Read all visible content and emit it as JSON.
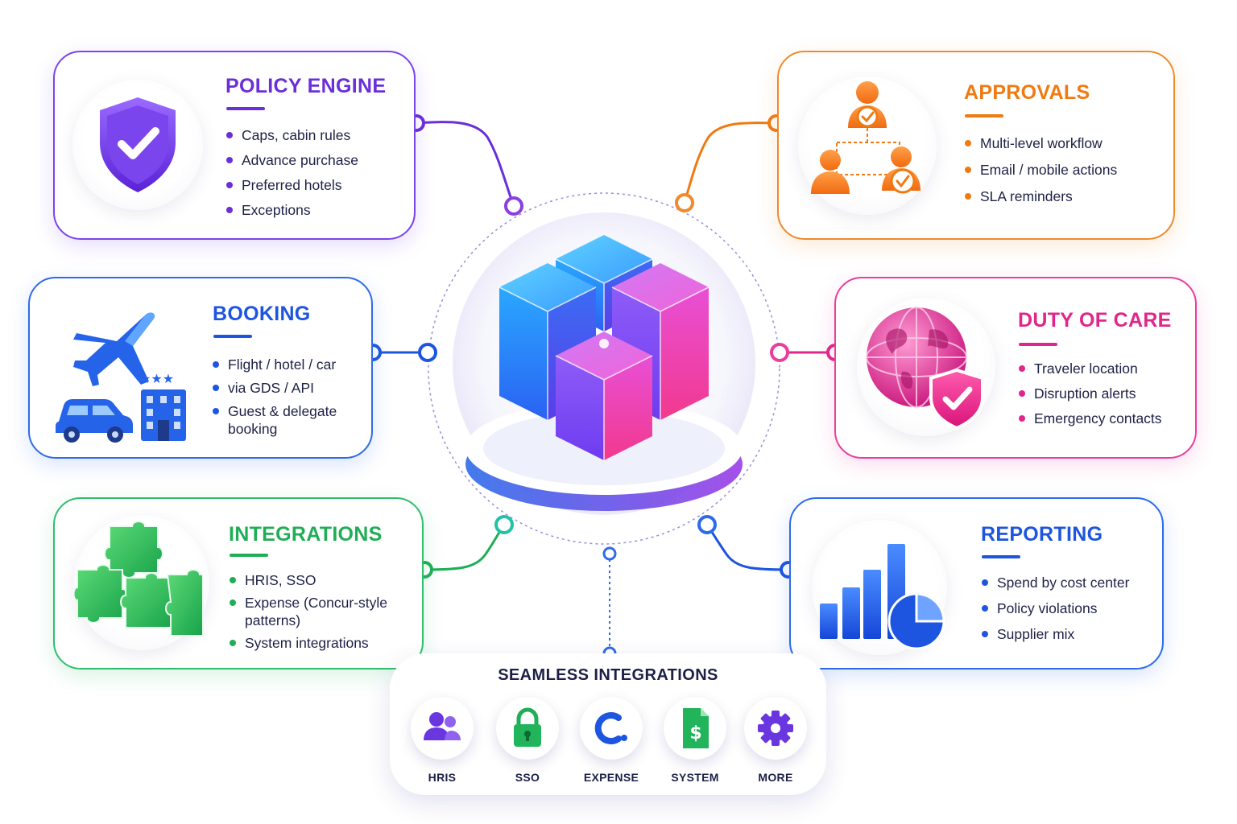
{
  "cards": {
    "policy": {
      "title": "POLICY ENGINE",
      "icon": "shield-check-icon",
      "color": "#6a2fd9",
      "items": [
        "Caps, cabin rules",
        "Advance purchase",
        "Preferred hotels",
        "Exceptions"
      ]
    },
    "booking": {
      "title": "BOOKING",
      "icons": [
        "airplane-icon",
        "car-icon",
        "hotel-icon"
      ],
      "color": "#1d55e0",
      "items": [
        "Flight / hotel / car",
        "via GDS / API",
        "Guest & delegate booking"
      ]
    },
    "integrations": {
      "title": "INTEGRATIONS",
      "icon": "puzzle-icon",
      "color": "#1fae56",
      "items": [
        "HRIS, SSO",
        "Expense (Concur-style patterns)",
        "System integrations"
      ]
    },
    "approvals": {
      "title": "APPROVALS",
      "icon": "approval-hierarchy-icon",
      "color": "#f07a12",
      "items": [
        "Multi-level workflow",
        "Email / mobile actions",
        "SLA reminders"
      ]
    },
    "duty_of_care": {
      "title": "DUTY OF CARE",
      "icon": "globe-shield-icon",
      "color": "#e0268a",
      "items": [
        "Traveler location",
        "Disruption alerts",
        "Emergency contacts"
      ]
    },
    "reporting": {
      "title": "REPORTING",
      "icon": "bar-pie-chart-icon",
      "color": "#1d55e0",
      "items": [
        "Spend by cost center",
        "Policy violations",
        "Supplier mix"
      ]
    }
  },
  "seamless": {
    "title": "SEAMLESS INTEGRATIONS",
    "tiles": [
      {
        "label": "HRIS",
        "icon": "users-icon"
      },
      {
        "label": "SSO",
        "icon": "lock-icon"
      },
      {
        "label": "EXPENSE",
        "icon": "concur-c-icon"
      },
      {
        "label": "SYSTEM",
        "icon": "dollar-document-icon"
      },
      {
        "label": "MORE",
        "icon": "gear-icon"
      }
    ]
  },
  "hub": {
    "icon": "cubes-platform-icon"
  }
}
